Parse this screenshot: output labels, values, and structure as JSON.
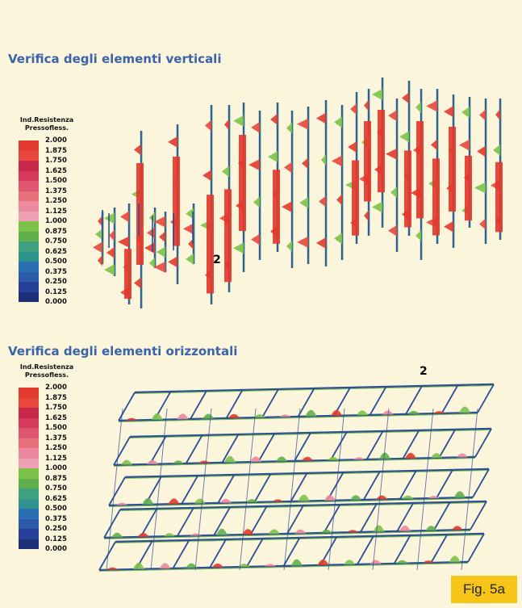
{
  "figure": {
    "vertical_title": "Verifica degli elementi verticali",
    "horizontal_title": "Verifica degli elementi orizzontali",
    "legend_title_line1": "Ind.Resistenza",
    "legend_title_line2": "Pressofless.",
    "legend_values": [
      "2.000",
      "1.875",
      "1.750",
      "1.625",
      "1.500",
      "1.375",
      "1.250",
      "1.125",
      "1.000",
      "0.875",
      "0.750",
      "0.625",
      "0.500",
      "0.375",
      "0.250",
      "0.125",
      "0.000"
    ],
    "legend_colors": [
      "#e23a2c",
      "#e8473c",
      "#c8284a",
      "#d63a5a",
      "#e05570",
      "#e8707a",
      "#ec88a0",
      "#f0a0b4",
      "#7cc24a",
      "#5fb04a",
      "#3fa082",
      "#2f9490",
      "#2a6fb4",
      "#2a5aa8",
      "#263f98",
      "#1e2f7a"
    ],
    "marker_label": "2",
    "fig_label": "Fig. 5a"
  }
}
